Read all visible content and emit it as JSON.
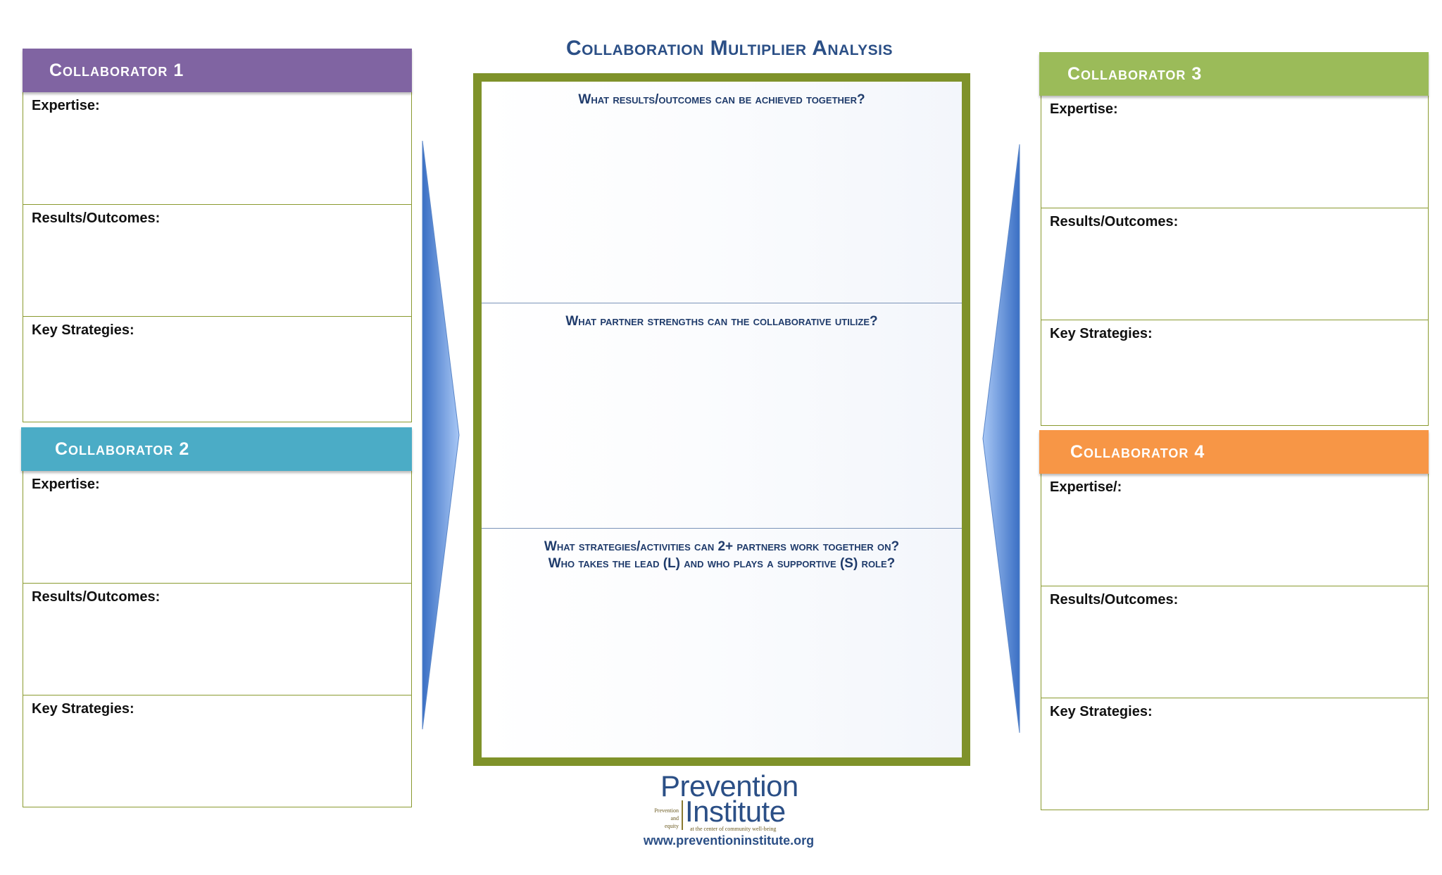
{
  "title": "Collaboration Multiplier Analysis",
  "collaborators": [
    {
      "name": "Collaborator 1",
      "color": "#8064a2",
      "fields": [
        "Expertise:",
        "Results/Outcomes:",
        "Key Strategies:"
      ]
    },
    {
      "name": "Collaborator 2",
      "color": "#4bacc6",
      "fields": [
        "Expertise:",
        "Results/Outcomes:",
        "Key Strategies:"
      ]
    },
    {
      "name": "Collaborator 3",
      "color": "#9bbb59",
      "fields": [
        "Expertise:",
        "Results/Outcomes:",
        "Key Strategies:"
      ]
    },
    {
      "name": "Collaborator 4",
      "color": "#f79646",
      "fields": [
        "Expertise/:",
        "Results/Outcomes:",
        "Key Strategies:"
      ]
    }
  ],
  "center": {
    "frame_color": "#7f922a",
    "sections": [
      {
        "question": "What results/outcomes can be achieved together?"
      },
      {
        "question": "What partner strengths can the collaborative utilize?"
      },
      {
        "question_line1": "What strategies/activities can 2+ partners work together on?",
        "question_line2": "Who takes the lead (L) and who plays a supportive (S) role?"
      }
    ]
  },
  "logo": {
    "word1": "Prevention",
    "word2": "Institute",
    "left_tag": [
      "Prevention",
      "and",
      "equity"
    ],
    "tagline": "at the center of community well-being",
    "url": "www.preventioninstitute.org"
  }
}
